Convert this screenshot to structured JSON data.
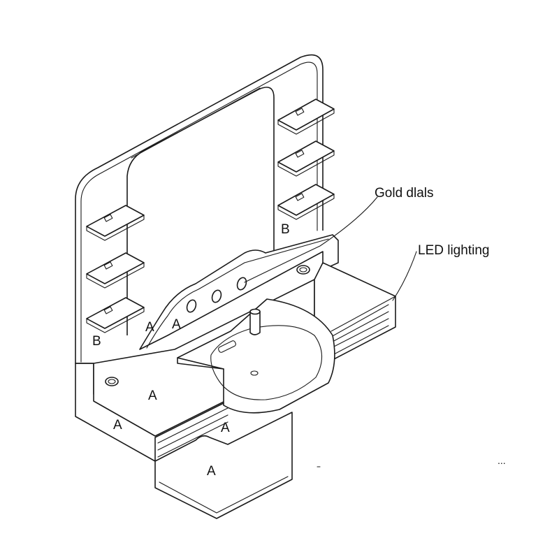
{
  "callouts": {
    "gold_dials": "Gold dlals",
    "led_lighting": "LED lighting"
  },
  "region_labels": {
    "a": "A",
    "b": "B"
  },
  "marks": {
    "ellipsis": "..."
  }
}
